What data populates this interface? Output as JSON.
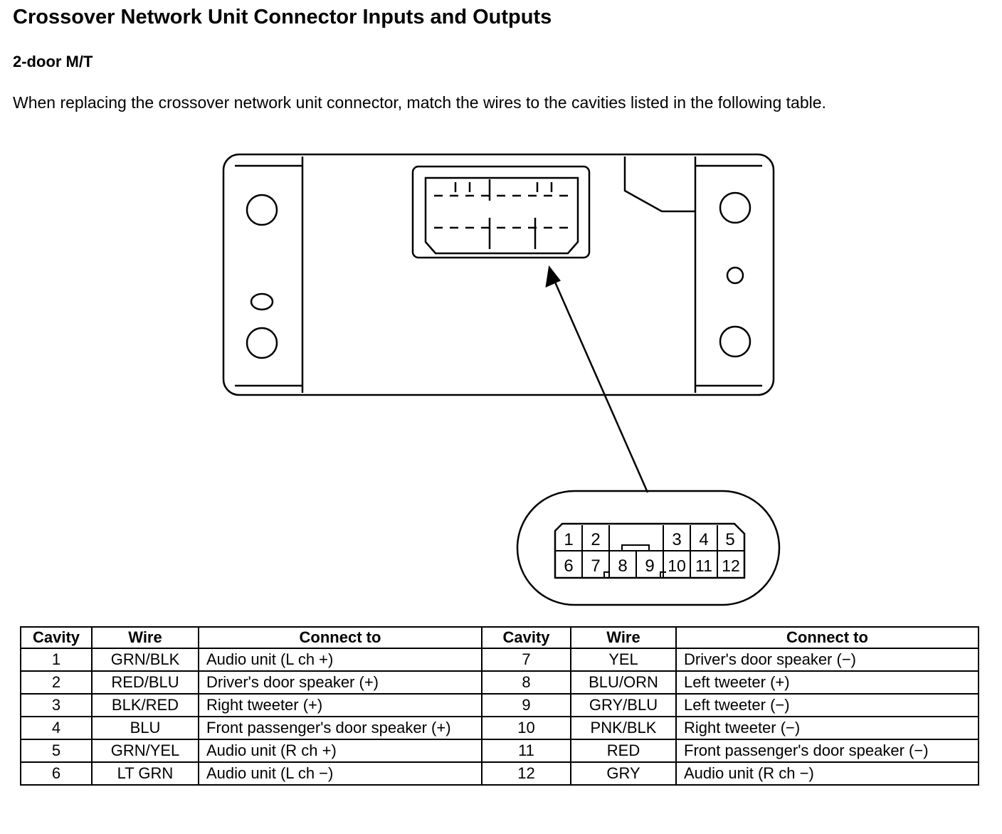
{
  "title": "Crossover Network Unit Connector Inputs and Outputs",
  "subtitle": "2-door M/T",
  "intro": "When replacing the crossover network unit connector, match the wires to the cavities listed in the following table.",
  "connector_pins": {
    "top_row": [
      "1",
      "2",
      "3",
      "4",
      "5"
    ],
    "bottom_row": [
      "6",
      "7",
      "8",
      "9",
      "10",
      "11",
      "12"
    ]
  },
  "table": {
    "headers": [
      "Cavity",
      "Wire",
      "Connect to",
      "Cavity",
      "Wire",
      "Connect to"
    ],
    "rows": [
      {
        "cav1": "1",
        "wire1": "GRN/BLK",
        "conn1": "Audio unit (L ch +)",
        "cav2": "7",
        "wire2": "YEL",
        "conn2": "Driver's door speaker (−)"
      },
      {
        "cav1": "2",
        "wire1": "RED/BLU",
        "conn1": "Driver's door speaker (+)",
        "cav2": "8",
        "wire2": "BLU/ORN",
        "conn2": "Left tweeter (+)"
      },
      {
        "cav1": "3",
        "wire1": "BLK/RED",
        "conn1": "Right tweeter (+)",
        "cav2": "9",
        "wire2": "GRY/BLU",
        "conn2": "Left tweeter (−)"
      },
      {
        "cav1": "4",
        "wire1": "BLU",
        "conn1": "Front passenger's door speaker (+)",
        "cav2": "10",
        "wire2": "PNK/BLK",
        "conn2": "Right tweeter (−)"
      },
      {
        "cav1": "5",
        "wire1": "GRN/YEL",
        "conn1": "Audio unit (R ch +)",
        "cav2": "11",
        "wire2": "RED",
        "conn2": "Front passenger's door speaker (−)"
      },
      {
        "cav1": "6",
        "wire1": "LT GRN",
        "conn1": "Audio unit (L ch −)",
        "cav2": "12",
        "wire2": "GRY",
        "conn2": "Audio unit (R ch −)"
      }
    ]
  }
}
